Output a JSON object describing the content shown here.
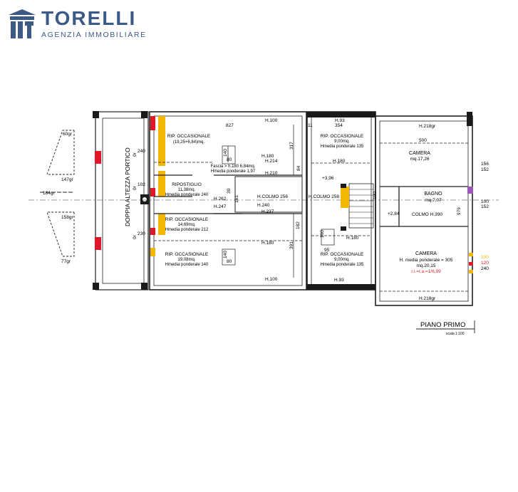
{
  "logo": {
    "brand": "TORELLI",
    "tagline": "AGENZIA IMMOBILIARE"
  },
  "plan": {
    "title": "PIANO  PRIMO",
    "scale": "scala 1:100",
    "portico": "DOPPIA ALTEZZA PORTICO",
    "rooms": [
      {
        "lines": [
          "RIP. OCCASIONALE",
          "(19,25+6,84)mq."
        ]
      },
      {
        "lines": [
          "RIPOSTIGLIO",
          "11,38mq.",
          "Hmedia ponderale 240"
        ]
      },
      {
        "lines": [
          "RIP. OCCASIONALE",
          "14,69mq.",
          "Hmedia ponderale 212"
        ]
      },
      {
        "lines": [
          "RIP. OCCASIONALE",
          "19,08mq.",
          "Hmedia ponderale 140"
        ]
      },
      {
        "lines": [
          "RIP. OCCASIONALE",
          "9,00mq.",
          "Hmedia ponderale 135"
        ]
      },
      {
        "lines": [
          "RIP. OCCASIONALE",
          "9,00mq.",
          "Hmedia ponderale 135"
        ]
      },
      {
        "lines": [
          "CAMERA",
          "mq.17,26"
        ]
      },
      {
        "lines": [
          "BAGNO",
          "mq.7,07"
        ]
      },
      {
        "lines": [
          "CAMERA",
          "H. media ponderale = 305",
          "mq.20,15"
        ]
      }
    ],
    "ratio": "r.i.=r.a.=1/6,99",
    "fascia": [
      "Fascia > h.180 6,84mq.",
      "Hmedia ponderale 1,97"
    ],
    "labels": {
      "h100a": "H.100",
      "d827": "827",
      "d11": "11",
      "h93a": "H.93",
      "d354": "354",
      "h218a": "H.218gr",
      "d500": "500",
      "h180a": "H.180",
      "d317": "317",
      "d240a": "240",
      "d140a": "140",
      "d80a": "80",
      "d30": "30",
      "h214": "H.214",
      "h210": "H.210",
      "d84": "84",
      "h180b": "H.180",
      "h396": "+3,96",
      "d102": "102",
      "d161": "161",
      "h262": "H.262",
      "hcolmo256a": "H.COLMO  256",
      "hcolmo256b": "H.COLMO  258",
      "h247": "H.247",
      "h240": "H.240",
      "h237": "H.237",
      "d190": "190",
      "h284": "+2,84",
      "colmo390": "COLMO  H.390",
      "d979": "979",
      "d230": "230",
      "d182": "182",
      "d100a": "100",
      "d95": "95",
      "h180c": "H.180",
      "h180d": "H.180",
      "d391": "391",
      "d140b": "140",
      "d80b": "80",
      "h100b": "H.100",
      "h93b": "H.93",
      "h218b": "H.218gr",
      "d156": "156",
      "d152a": "152",
      "d100b": "100",
      "d152b": "152",
      "d100c": "100",
      "d120": "120",
      "d240b": "240",
      "g60": "60gr",
      "g147": "147gr",
      "g184": "184gr",
      "g158": "158gr",
      "g77": "77gr",
      "d0a": "0r",
      "d0b": "0r",
      "d0c": "0r"
    }
  },
  "colors": {
    "brand": "#3b5a86",
    "wall": "#1a1a1a",
    "yellow": "#f2b705",
    "red": "#e0162b",
    "ratio": "#d9232a",
    "purple": "#9b59b6"
  }
}
